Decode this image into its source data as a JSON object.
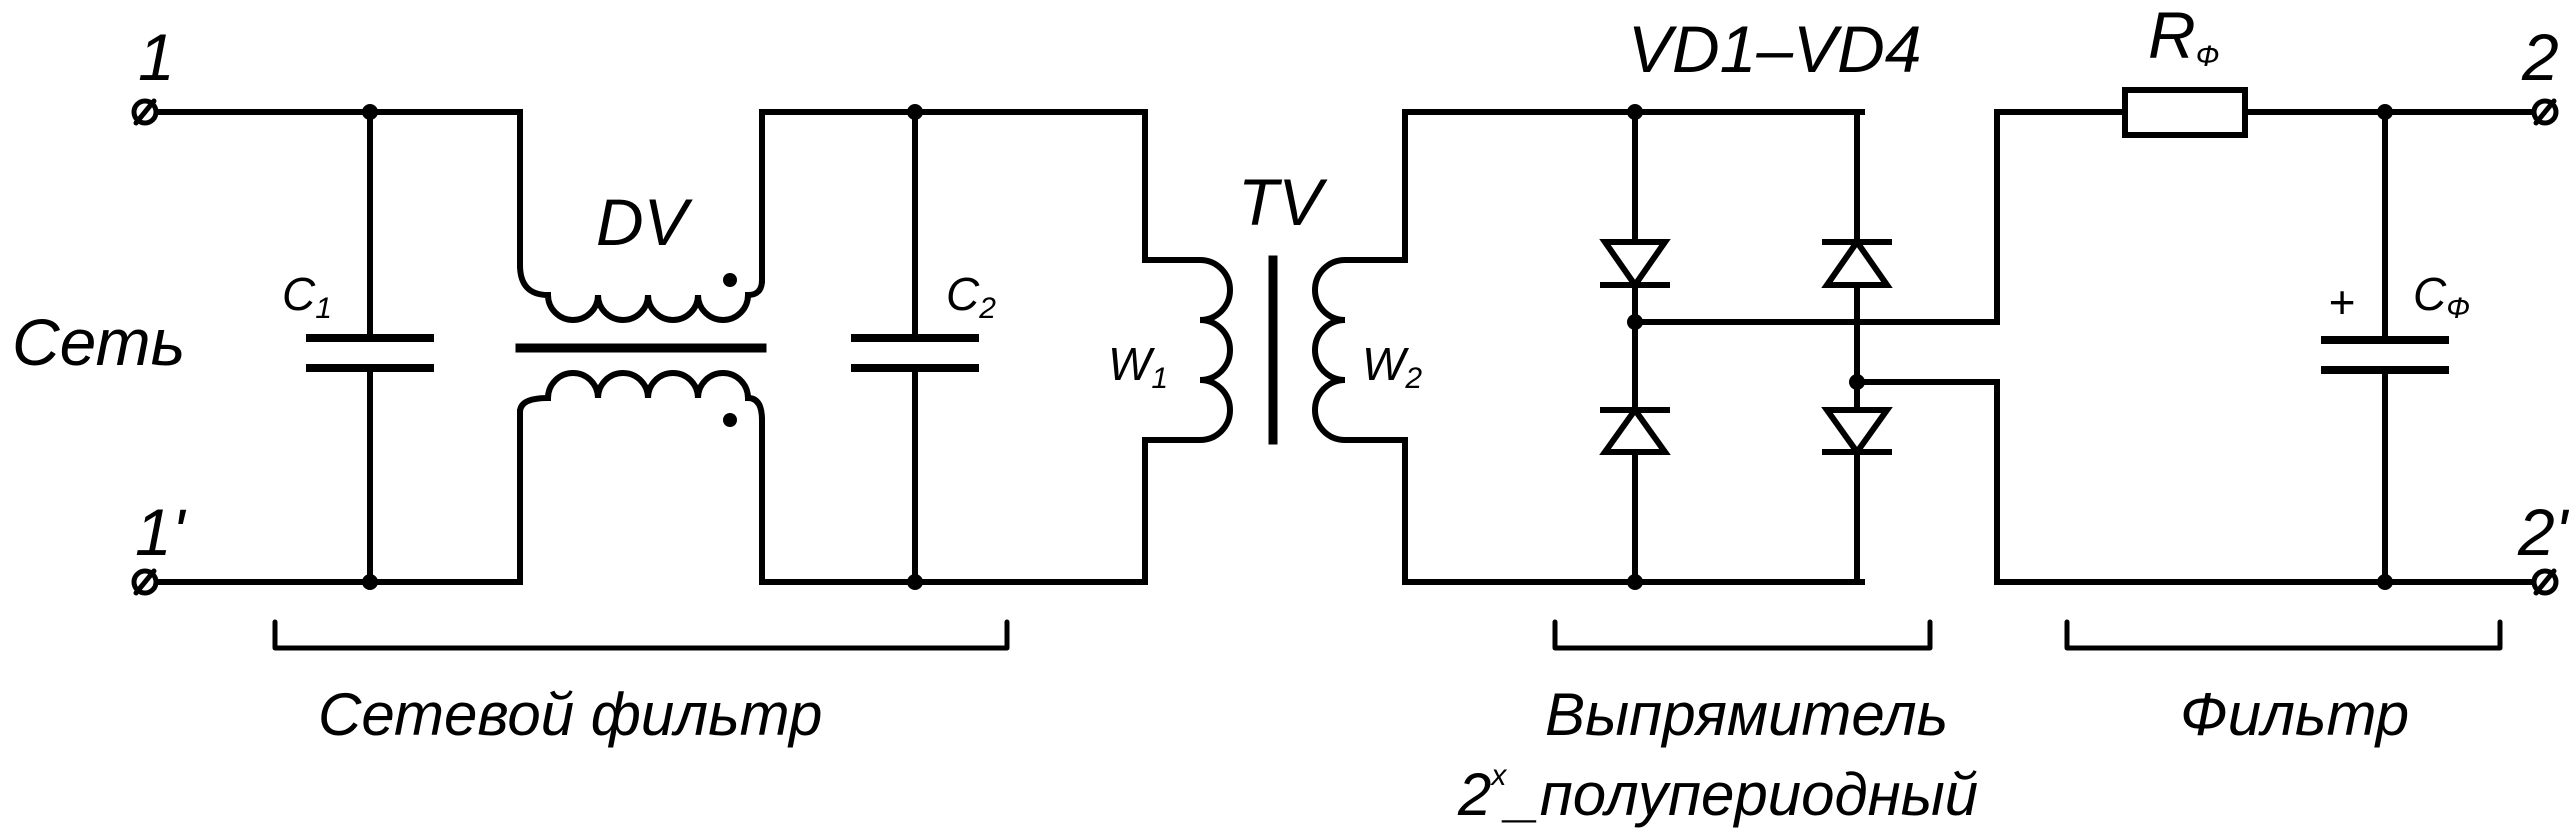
{
  "labels": {
    "term_in_top": "1",
    "term_in_bottom": "1'",
    "term_out_top": "2",
    "term_out_bottom": "2'",
    "mains": "Сеть",
    "c1": "C",
    "c1_sub": "1",
    "c2": "C",
    "c2_sub": "2",
    "choke": "DV",
    "transformer": "TV",
    "w1": "W",
    "w1_sub": "1",
    "w2": "W",
    "w2_sub": "2",
    "diodes": "VD1–VD4",
    "resistor": "R",
    "resistor_sub": "Ф",
    "cap_filter": "C",
    "cap_filter_sub": "Ф",
    "polarity": "+",
    "section_line_filter": "Сетевой фильтр",
    "section_rectifier_line1": "Выпрямитель",
    "section_rectifier_prefix": "2",
    "section_rectifier_sup": "х",
    "section_rectifier_line2": "_полупериодный",
    "section_output_filter": "Фильтр"
  }
}
